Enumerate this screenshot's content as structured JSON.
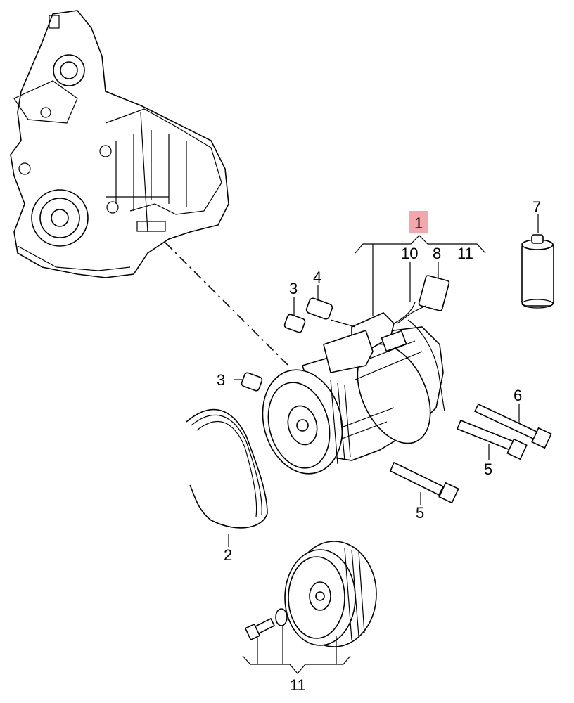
{
  "callouts": {
    "c1": "1",
    "c2": "2",
    "c3a": "3",
    "c3b": "3",
    "c4": "4",
    "c5a": "5",
    "c5b": "5",
    "c6": "6",
    "c7": "7",
    "c8": "8",
    "c10": "10",
    "c11a": "11",
    "c11b": "11"
  },
  "highlight_color": "#f4a6ad"
}
